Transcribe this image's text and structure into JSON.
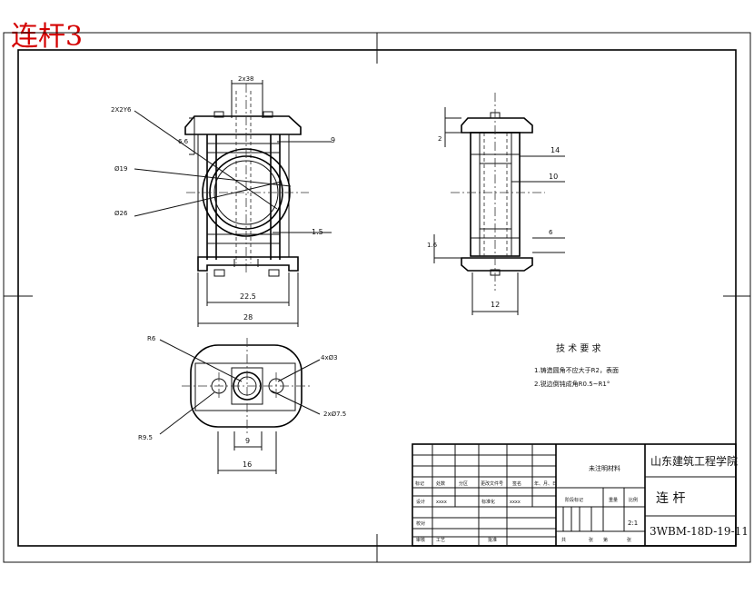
{
  "heading": {
    "text": "连杆3",
    "color": "#d40000"
  },
  "front_view": {
    "dims": [
      "2x38",
      "2X2Y6",
      "6.6",
      "9",
      "Ø19",
      "Ø26",
      "1.5",
      "22.5",
      "28"
    ]
  },
  "side_view": {
    "dims": [
      "2",
      "14",
      "10",
      "1.6",
      "6",
      "12"
    ]
  },
  "bottom_view": {
    "dims": [
      "R6",
      "4xØ3",
      "R9.5",
      "2xØ7.5",
      "9",
      "16"
    ]
  },
  "notes": {
    "title": "技 术 要 求",
    "items": [
      "1.铸造圆角不应大于R2，表面",
      "2.锐边倒钝成角R0.5~R1°"
    ]
  },
  "title_block": {
    "material": "未注明材料",
    "company": "山东建筑工程学院",
    "part_name": "连 杆",
    "drawing_no": "3WBM-18D-19-11",
    "scale": "2:1",
    "row_labels": [
      "标记",
      "处数",
      "分区",
      "更改文件号",
      "签名",
      "年、月、日"
    ],
    "sign_labels": [
      "设计",
      "标准化",
      "校对",
      "审核",
      "工艺",
      "批准"
    ],
    "stage_labels": [
      "阶段标记",
      "重量",
      "比例"
    ],
    "sheet_labels": [
      "共",
      "张",
      "第",
      "张"
    ],
    "design_name": "xxxx",
    "std_name": "xxxx"
  }
}
